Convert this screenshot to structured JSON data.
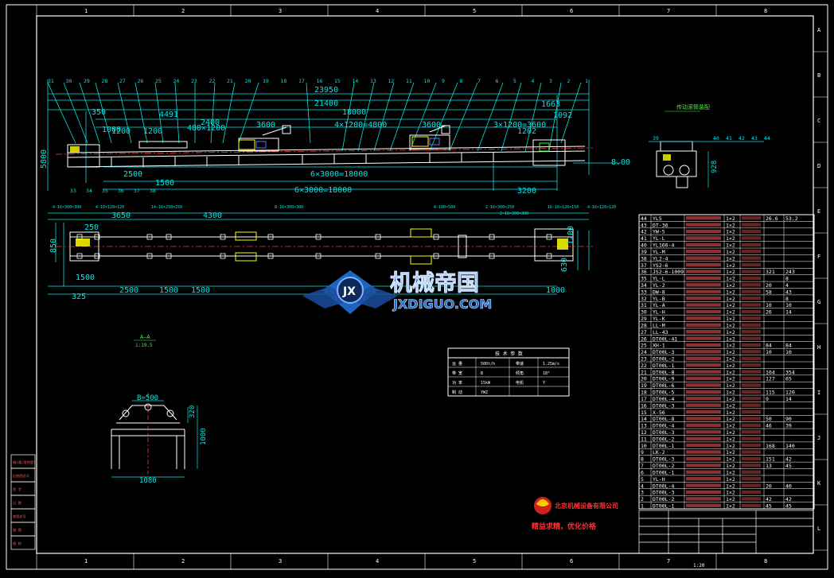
{
  "drawing": {
    "col_labels": [
      "1",
      "2",
      "3",
      "4",
      "5",
      "6",
      "7",
      "8"
    ],
    "row_labels": [
      "A",
      "B",
      "C",
      "D",
      "E",
      "F",
      "G",
      "H",
      "I",
      "J",
      "K",
      "L"
    ],
    "dims_top": [
      "23950",
      "21400",
      "18000",
      "4491",
      "1663",
      "3600",
      "4×1200=4800",
      "3600",
      "3×1200=3600",
      "1092",
      "1202",
      "1200",
      "1200",
      "480×1200",
      "2400",
      "1000",
      "350"
    ],
    "dims_mid": [
      "2500",
      "1500",
      "6×3000=18000",
      "6×3000=18000",
      "3200",
      "5800",
      "8.00"
    ],
    "dims_plan": [
      "3650",
      "4300",
      "250",
      "850",
      "1500",
      "2500",
      "1500",
      "1500",
      "1000",
      "630",
      "1200",
      "325"
    ],
    "detail_dims": [
      "B=500",
      "1080",
      "1000",
      "320"
    ],
    "detail_title": "A—A",
    "detail_scale": "1:19.5",
    "side_title": "传动滚筒装配",
    "side_dims": [
      "928"
    ],
    "balloons_top": [
      "31",
      "30",
      "29",
      "28",
      "27",
      "26",
      "25",
      "24",
      "23",
      "22",
      "21",
      "20",
      "19",
      "18",
      "17",
      "16",
      "15",
      "14",
      "13",
      "12",
      "11",
      "10",
      "9",
      "8",
      "7",
      "6",
      "5",
      "4",
      "3",
      "2",
      "1"
    ],
    "balloons_bottom": [
      "33",
      "34",
      "35",
      "36",
      "37",
      "38"
    ],
    "side_balloons": [
      "39",
      "40",
      "41",
      "42",
      "43",
      "44"
    ],
    "plan_callouts": [
      "4-16×300×300",
      "4-16×120×120",
      "14-16×250×250",
      "8-16×300×300",
      "4-100×500",
      "2-16×300×250",
      "2-16×300×300",
      "16-16×120×150",
      "4-16×120×120"
    ]
  },
  "tech_table": {
    "title": "技 术 参 数",
    "rows": [
      [
        "运 量",
        "500t/h",
        "带速",
        "1.25m/s"
      ],
      [
        "带 宽",
        "B",
        "倾角",
        "18°"
      ],
      [
        "功 率",
        "15kW",
        "电机",
        "Y"
      ],
      [
        "制 动",
        "YWZ",
        "",
        ""
      ]
    ]
  },
  "bom": {
    "rows": [
      [
        "44",
        "YL5",
        "",
        "1×2",
        "",
        "26.6",
        "53.2"
      ],
      [
        "43",
        "DT-36",
        "",
        "1×2",
        "",
        "",
        ""
      ],
      [
        "42",
        "YW-5",
        "",
        "1×2",
        "",
        "",
        ""
      ],
      [
        "41",
        "YL-L",
        "",
        "1×2",
        "",
        "",
        ""
      ],
      [
        "40",
        "YL160-4",
        "",
        "1×2",
        "",
        "",
        ""
      ],
      [
        "39",
        "YL-M",
        "",
        "1×2",
        "",
        "",
        ""
      ],
      [
        "38",
        "YL2-4",
        "",
        "1×2",
        "",
        "",
        ""
      ],
      [
        "37",
        "YS2-6",
        "",
        "1×2",
        "",
        "",
        ""
      ],
      [
        "36",
        "JS2-6-1009",
        "",
        "1×2",
        "",
        "321",
        "243"
      ],
      [
        "35",
        "YL-L",
        "",
        "1×2",
        "",
        "",
        "8"
      ],
      [
        "34",
        "YL-2",
        "",
        "1×2",
        "",
        "20",
        "4"
      ],
      [
        "33",
        "DW-8",
        "",
        "1×2",
        "",
        "58",
        "43"
      ],
      [
        "32",
        "YL-B",
        "",
        "1×2",
        "",
        "",
        "8"
      ],
      [
        "31",
        "YL-A",
        "",
        "1×2",
        "",
        "10",
        "10"
      ],
      [
        "30",
        "YL-H",
        "",
        "1×2",
        "",
        "26",
        "14"
      ],
      [
        "29",
        "YL-K",
        "",
        "1×2",
        "",
        "",
        ""
      ],
      [
        "28",
        "LL-M",
        "",
        "1×2",
        "",
        "",
        ""
      ],
      [
        "27",
        "LL-43",
        "",
        "1×2",
        "",
        "",
        ""
      ],
      [
        "26",
        "DT00L-41",
        "",
        "1×2",
        "",
        "",
        ""
      ],
      [
        "25",
        "XH-1",
        "",
        "1×2",
        "",
        "84",
        "84"
      ],
      [
        "24",
        "DT00L-3",
        "",
        "1×2",
        "",
        "10",
        "10"
      ],
      [
        "23",
        "DT00L-2",
        "",
        "1×2",
        "",
        "",
        ""
      ],
      [
        "22",
        "DT00L-1",
        "",
        "1×2",
        "",
        "",
        ""
      ],
      [
        "21",
        "DT00L-8",
        "",
        "1×2",
        "",
        "104",
        "354"
      ],
      [
        "20",
        "DT00L-9",
        "",
        "1×2",
        "",
        "127",
        "65"
      ],
      [
        "19",
        "DT00L-6",
        "",
        "1×2",
        "",
        "",
        ""
      ],
      [
        "18",
        "DT00L-5",
        "",
        "1×2",
        "",
        "115",
        "120"
      ],
      [
        "17",
        "DT00L-4",
        "",
        "1×2",
        "",
        "9",
        "14"
      ],
      [
        "16",
        "DT00L-3",
        "",
        "1×2",
        "",
        "",
        ""
      ],
      [
        "15",
        "X-56",
        "",
        "1×2",
        "",
        "",
        ""
      ],
      [
        "14",
        "DT00L-8",
        "",
        "1×2",
        "",
        "50",
        "90"
      ],
      [
        "13",
        "DT00L-4",
        "",
        "1×2",
        "",
        "46",
        "39"
      ],
      [
        "12",
        "DT00L-3",
        "",
        "1×2",
        "",
        "",
        ""
      ],
      [
        "11",
        "DT00L-2",
        "",
        "1×2",
        "",
        "",
        ""
      ],
      [
        "10",
        "DT00L-1",
        "",
        "1×2",
        "",
        "168",
        "140"
      ],
      [
        "9",
        "LK-2",
        "",
        "1×2",
        "",
        "",
        ""
      ],
      [
        "8",
        "DT00L-3",
        "",
        "1×2",
        "",
        "151",
        "42"
      ],
      [
        "7",
        "DT00L-2",
        "",
        "1×2",
        "",
        "13",
        "45"
      ],
      [
        "6",
        "DT00L-1",
        "",
        "1×2",
        "",
        "",
        ""
      ],
      [
        "5",
        "YL-H",
        "",
        "1×2",
        "",
        "",
        ""
      ],
      [
        "4",
        "DT00L-4",
        "",
        "1×2",
        "",
        "20",
        "40"
      ],
      [
        "3",
        "DT00L-3",
        "",
        "1×2",
        "",
        "",
        ""
      ],
      [
        "2",
        "DT00L-2",
        "",
        "1×2",
        "",
        "42",
        "42"
      ],
      [
        "1",
        "DT00L-1",
        "",
        "1×2",
        "",
        "45",
        "45"
      ]
    ]
  },
  "left_stamps": [
    "借(通)用件登记",
    "旧底图总号",
    "签 字",
    "日 期",
    "底图总号",
    "描 图",
    "描 校"
  ],
  "watermark": {
    "brand_cn": "机械帝国",
    "brand_url": "JXDIGUO.COM",
    "company": "北京机械设备有限公司",
    "slogan": "精益求精，优化价格"
  },
  "title_block_scale": "1:20",
  "colors": {
    "bg": "#000000",
    "frame": "#ffffff",
    "dim": "#00e6e6",
    "part": "#ffffff",
    "center": "#ff3b3b",
    "accent": "#ffff00",
    "green": "#33ff33",
    "bom_text": "#ff5a5a",
    "wm_blue": "#1f6fd0"
  }
}
